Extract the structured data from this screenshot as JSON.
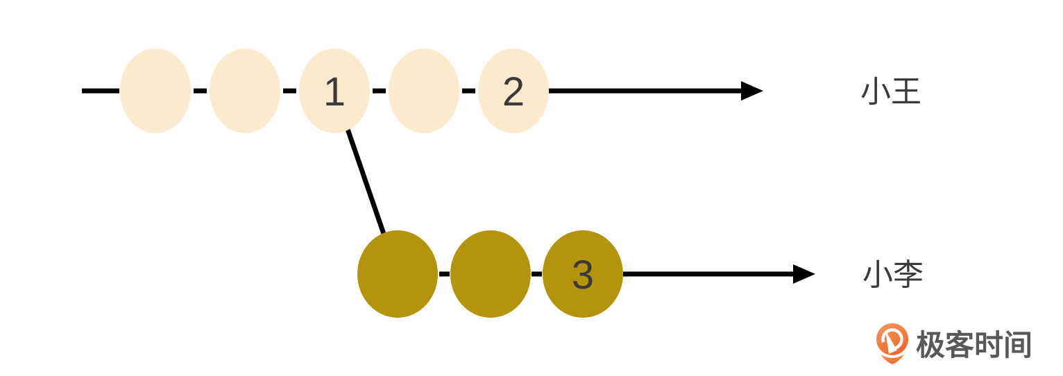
{
  "diagram": {
    "description_type": "branching-timeline",
    "colors": {
      "line": "#000000",
      "number_text": "#3A3A3A",
      "label_text": "#3A3A3A"
    },
    "timelines": [
      {
        "id": "xiaowang",
        "label": "小王",
        "circle_color": "#FAEBCF",
        "commits": [
          {
            "label": ""
          },
          {
            "label": ""
          },
          {
            "label": "1"
          },
          {
            "label": ""
          },
          {
            "label": "2"
          }
        ]
      },
      {
        "id": "xiaoli",
        "label": "小李",
        "circle_color": "#B4940C",
        "commits": [
          {
            "label": ""
          },
          {
            "label": ""
          },
          {
            "label": "3"
          }
        ]
      }
    ],
    "branch": {
      "from_commit": "1",
      "to_timeline": "xiaoli"
    }
  },
  "branding": {
    "logo_text": "极客时间",
    "logo_text_color": "#58585A",
    "logo_gradient_start": "#F8975C",
    "logo_gradient_end": "#EC6A2D"
  }
}
